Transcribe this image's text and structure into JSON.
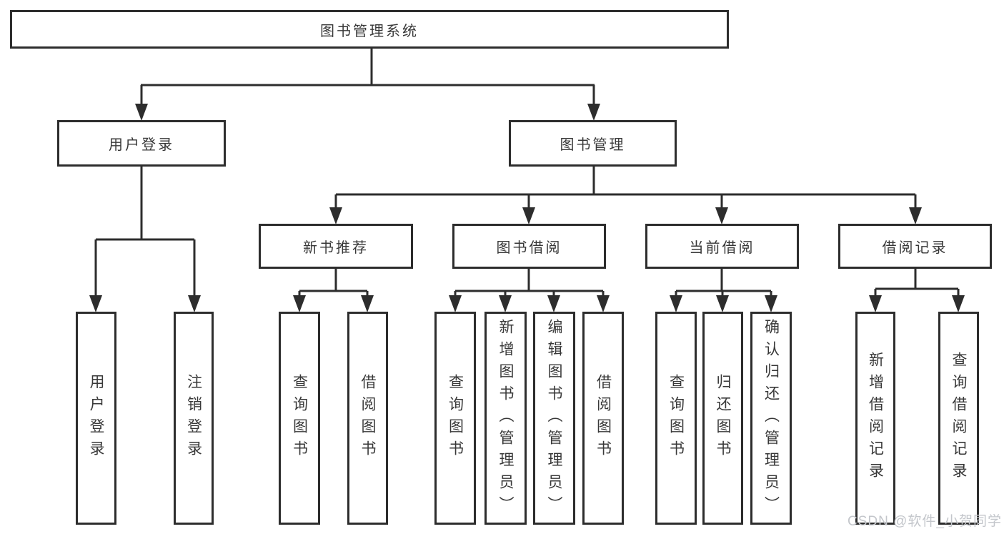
{
  "tree": {
    "root": {
      "label": "图书管理系统"
    },
    "branches": [
      {
        "label": "用户登录",
        "children": [
          {
            "label": "用户登录"
          },
          {
            "label": "注销登录"
          }
        ]
      },
      {
        "label": "图书管理",
        "children": [
          {
            "label": "新书推荐",
            "children": [
              {
                "label": "查询图书"
              },
              {
                "label": "借阅图书"
              }
            ]
          },
          {
            "label": "图书借阅",
            "children": [
              {
                "label": "查询图书"
              },
              {
                "label": "新增图书（管理员）"
              },
              {
                "label": "编辑图书（管理员）"
              },
              {
                "label": "借阅图书"
              }
            ]
          },
          {
            "label": "当前借阅",
            "children": [
              {
                "label": "查询图书"
              },
              {
                "label": "归还图书"
              },
              {
                "label": "确认归还（管理员）"
              }
            ]
          },
          {
            "label": "借阅记录",
            "children": [
              {
                "label": "新增借阅记录"
              },
              {
                "label": "查询借阅记录"
              }
            ]
          }
        ]
      }
    ]
  },
  "watermark": {
    "text": "CSDN @软件_小贺同学"
  },
  "colors": {
    "line": "#2d2d2d",
    "text": "#383838",
    "watermark": "#c3c6cb",
    "background": "#ffffff"
  }
}
